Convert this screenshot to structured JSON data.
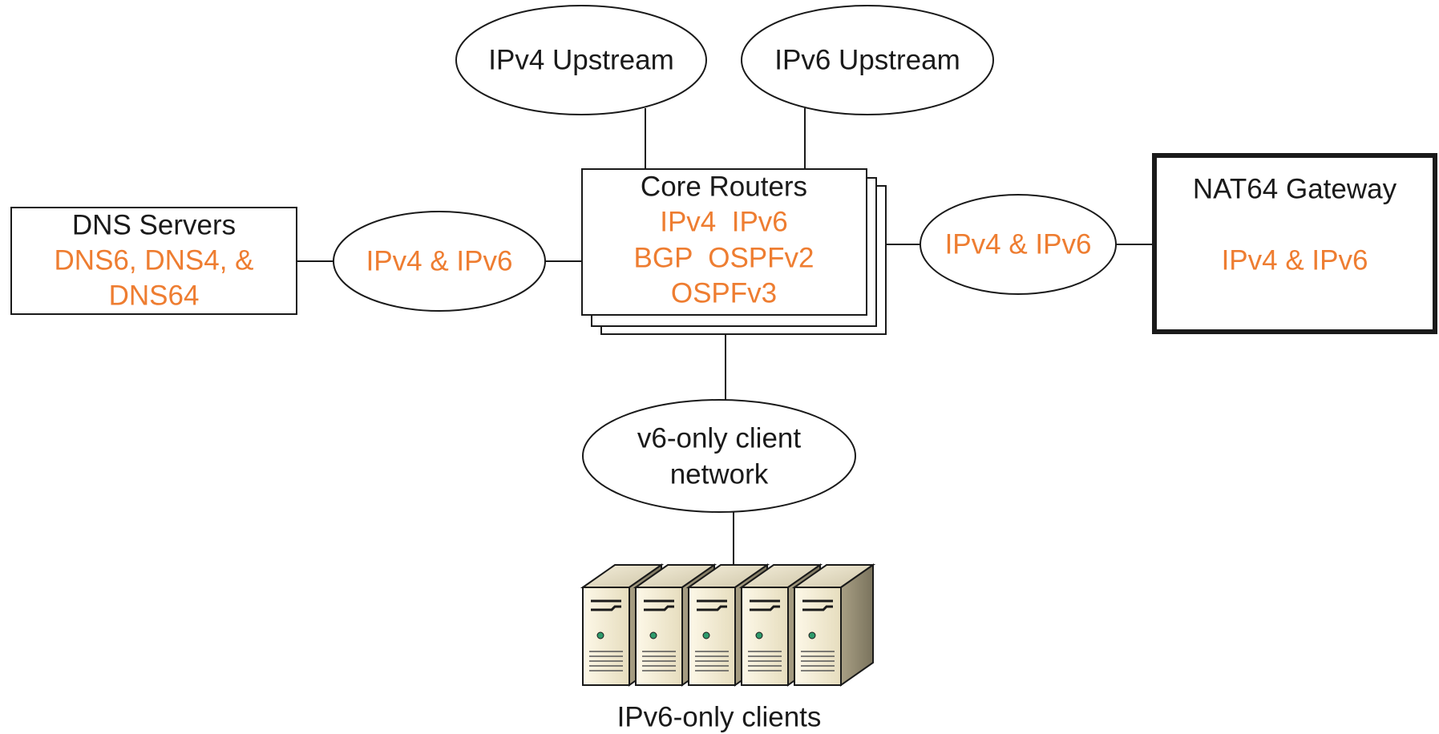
{
  "colors": {
    "accent": "#ee7d31",
    "text": "#1a1a1a",
    "stroke": "#1a1a1a"
  },
  "nodes": {
    "ipv4_upstream": {
      "label": "IPv4 Upstream"
    },
    "ipv6_upstream": {
      "label": "IPv6 Upstream"
    },
    "core_routers": {
      "title": "Core Routers",
      "lines": [
        "IPv4  IPv6",
        "BGP  OSPFv2",
        "OSPFv3"
      ]
    },
    "dns_servers": {
      "title": "DNS Servers",
      "lines": [
        "DNS6, DNS4, &",
        "DNS64"
      ]
    },
    "link_left": {
      "label": "IPv4 & IPv6"
    },
    "link_right": {
      "label": "IPv4 & IPv6"
    },
    "nat64_gateway": {
      "title": "NAT64 Gateway",
      "lines": [
        "IPv4 & IPv6"
      ]
    },
    "client_network": {
      "lines": [
        "v6-only client",
        "network"
      ]
    },
    "clients": {
      "label": "IPv6-only clients",
      "icon": "server-icon",
      "count": 5
    }
  }
}
